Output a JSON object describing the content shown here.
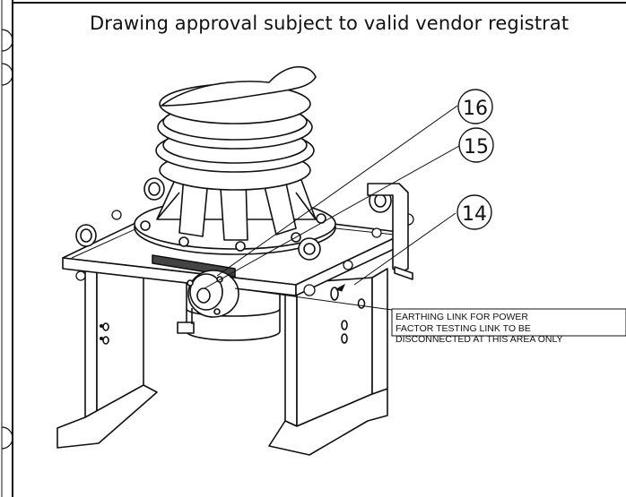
{
  "banner": "Drawing approval subject to valid vendor registrat",
  "balloons": [
    "16",
    "15",
    "14"
  ],
  "note_lines": [
    "EARTHING LINK FOR POWER",
    "FACTOR TESTING LINK TO BE",
    "DISCONNECTED AT THIS AREA ONLY"
  ]
}
